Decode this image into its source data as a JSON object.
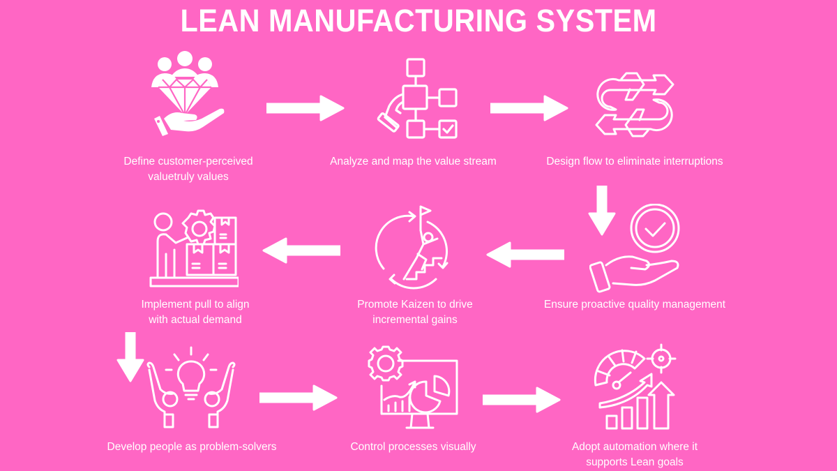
{
  "title": "LEAN MANUFACTURING SYSTEM",
  "colors": {
    "background": "#ff66c4",
    "foreground": "#ffffff"
  },
  "steps": [
    {
      "icon": "customer-value-diamond-hand-icon",
      "line1": "Define customer-perceived",
      "line2": "valuetruly values"
    },
    {
      "icon": "value-stream-map-icon",
      "line1": "Analyze and map the value stream",
      "line2": ""
    },
    {
      "icon": "continuous-flow-loop-icon",
      "line1": "Design flow to eliminate interruptions",
      "line2": ""
    },
    {
      "icon": "quality-check-hand-icon",
      "line1": "Ensure proactive quality management",
      "line2": ""
    },
    {
      "icon": "kaizen-climb-icon",
      "line1": "Promote Kaizen to drive",
      "line2": "incremental gains"
    },
    {
      "icon": "pull-system-inventory-icon",
      "line1": "Implement pull to align",
      "line2": "with actual demand"
    },
    {
      "icon": "people-idea-icon",
      "line1": "Develop people as problem-solvers",
      "line2": ""
    },
    {
      "icon": "visual-control-monitor-icon",
      "line1": "Control processes visually",
      "line2": ""
    },
    {
      "icon": "automation-growth-icon",
      "line1": "Adopt automation where it",
      "line2": "supports Lean goals"
    }
  ],
  "flow": [
    "right",
    "right",
    "down",
    "left",
    "left",
    "down",
    "right",
    "right"
  ]
}
